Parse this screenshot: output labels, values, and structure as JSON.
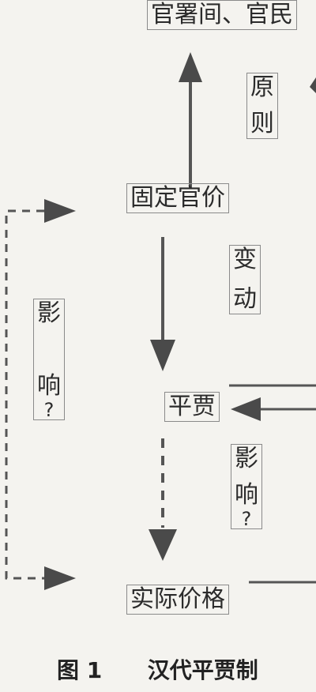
{
  "nodes": {
    "top": "官署间、官民",
    "fixed_price": "固定官价",
    "pingzhun": "平贾",
    "actual_price": "实际价格"
  },
  "labels": {
    "principle": [
      "原",
      "则"
    ],
    "change": [
      "变",
      "动"
    ],
    "influence_left": [
      "影",
      "响",
      "?"
    ],
    "influence_right": [
      "影",
      "响",
      "?"
    ]
  },
  "caption": {
    "figure": "图 1",
    "title": "汉代平贾制"
  }
}
